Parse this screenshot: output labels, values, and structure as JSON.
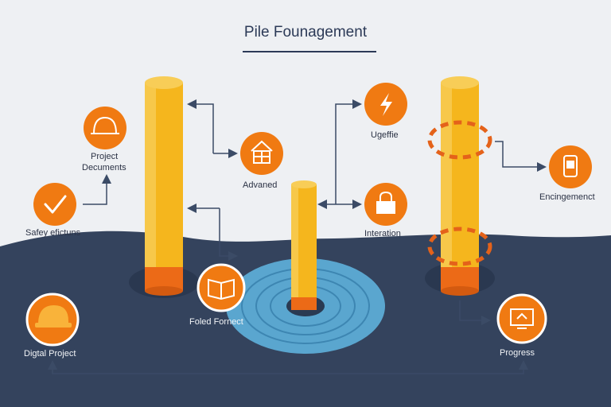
{
  "title": "Pile Founagement",
  "colors": {
    "background": "#eef0f3",
    "ground": "#34435d",
    "pile": "#f5b61d",
    "pile_base": "#ec6a17",
    "icon_fill": "#f07a12",
    "ripple": "#5aa6cf",
    "arrow": "#3b4b66"
  },
  "nodes": {
    "project_documents": {
      "label_line1": "Project",
      "label_line2": "Decuments",
      "icon": "hard-hat-icon"
    },
    "safety": {
      "label": "Safey efictuns",
      "icon": "checkmark-icon"
    },
    "advaned": {
      "label": "Advaned",
      "icon": "house-icon"
    },
    "ugeffie": {
      "label": "Ugeffie",
      "icon": "lightning-icon"
    },
    "interation": {
      "label": "Interation",
      "icon": "lock-icon"
    },
    "encingemenct": {
      "label": "Encingemenct",
      "icon": "phone-icon"
    },
    "digital_project": {
      "label": "Digtal Project",
      "icon": "hard-hat-icon"
    },
    "foled_fornect": {
      "label": "Foled Fornect",
      "icon": "book-icon"
    },
    "progress": {
      "label": "Progress",
      "icon": "monitor-icon"
    }
  }
}
